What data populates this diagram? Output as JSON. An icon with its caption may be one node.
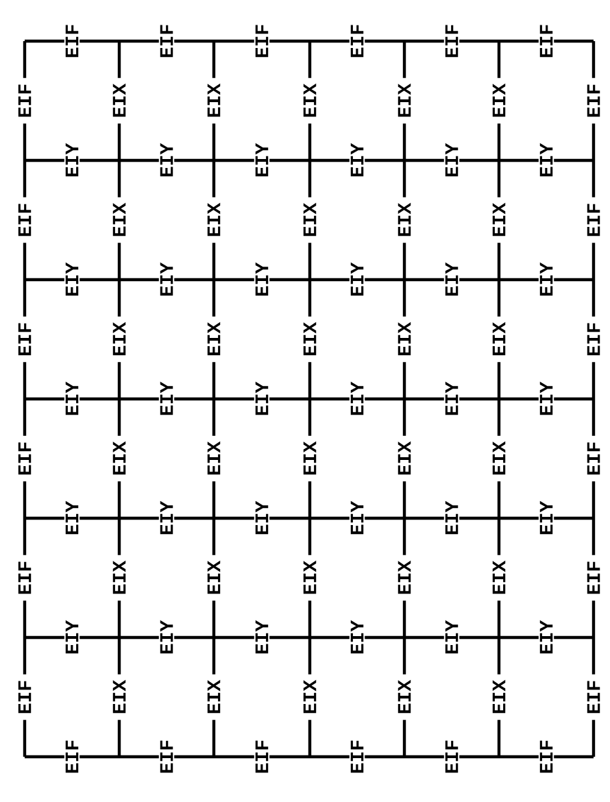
{
  "diagram": {
    "labels": [
      "EIF",
      "EIF",
      "EIF",
      "EIF",
      "EIF",
      "EIF",
      "EIF",
      "EIX",
      "EIX",
      "EIX",
      "EIX",
      "EIX",
      "EIF",
      "EIY",
      "EIY",
      "EIY",
      "EIY",
      "EIY",
      "EIY",
      "EIF",
      "EIX",
      "EIX",
      "EIX",
      "EIX",
      "EIX",
      "EIF",
      "EIY",
      "EIY",
      "EIY",
      "EIY",
      "EIY",
      "EIY",
      "EIF",
      "EIX",
      "EIX",
      "EIX",
      "EIX",
      "EIX",
      "EIF",
      "EIY",
      "EIY",
      "EIY",
      "EIY",
      "EIY",
      "EIY",
      "EIF",
      "EIX",
      "EIX",
      "EIX",
      "EIX",
      "EIX",
      "EIF",
      "EIY",
      "EIY",
      "EIY",
      "EIY",
      "EIY",
      "EIY",
      "EIF",
      "EIX",
      "EIX",
      "EIX",
      "EIX",
      "EIX",
      "EIF",
      "EIY",
      "EIY",
      "EIY",
      "EIY",
      "EIY",
      "EIY",
      "EIF",
      "EIX",
      "EIX",
      "EIX",
      "EIX",
      "EIX",
      "EIF",
      "EIF",
      "EIF",
      "EIF",
      "EIF",
      "EIF",
      "EIF"
    ]
  }
}
